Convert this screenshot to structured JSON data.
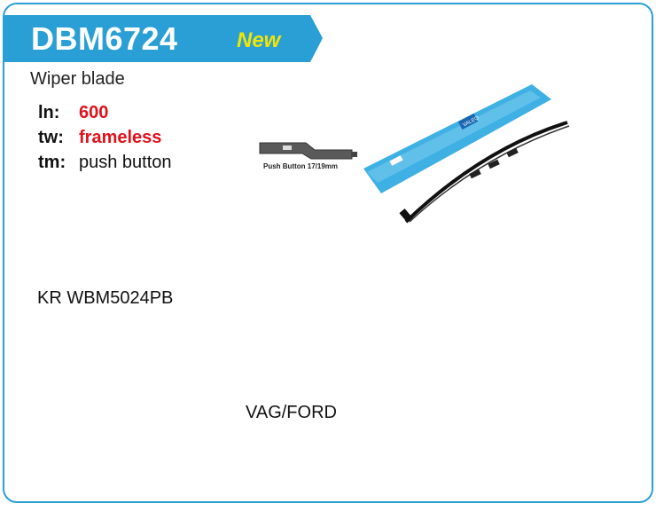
{
  "header": {
    "product_code": "DBM6724",
    "badge": "New",
    "banner_color": "#2a9fd6",
    "badge_color": "#f2e600"
  },
  "product_type": "Wiper blade",
  "specs": [
    {
      "key": "ln:",
      "value": "600",
      "highlight": true
    },
    {
      "key": "tw:",
      "value": "frameless",
      "highlight": true
    },
    {
      "key": "tm:",
      "value": "push button",
      "highlight": false
    }
  ],
  "adapter": {
    "caption": "Push Button 17/19mm",
    "icon": "push-button-adapter-icon"
  },
  "product_image": {
    "icon": "wiper-blade-package-icon",
    "package_label": "VALEO"
  },
  "cross_reference": "KR WBM5024PB",
  "application": "VAG/FORD",
  "colors": {
    "highlight": "#e0121a",
    "border": "#2a9fd6"
  }
}
